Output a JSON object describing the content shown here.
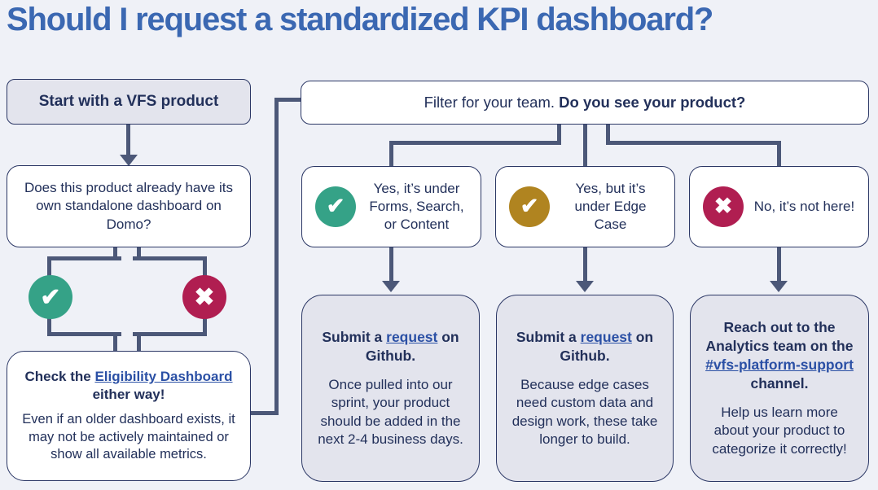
{
  "title": "Should I request a standardized KPI dashboard?",
  "palette": {
    "background": "#EFF1F7",
    "box_gray": "#E3E4ED",
    "box_white": "#FFFFFF",
    "border_navy": "#2B3765",
    "connector_line": "#4C5878",
    "text_navy": "#22305A",
    "title_blue": "#3B68B2",
    "link_blue": "#2B50A5",
    "green": "#35A287",
    "gold": "#B08420",
    "crimson": "#B01E51"
  },
  "icons": {
    "check": "✔",
    "x": "✖"
  },
  "left_flow": {
    "start_label": "Start with a VFS product",
    "question": "Does this product already have its own standalone dashboard on Domo?",
    "check_box": {
      "heading_prefix": "Check the ",
      "heading_link": "Eligibility Dashboard",
      "heading_suffix": " either way!",
      "body": "Even if an older dashboard exists, it may not be actively maintained or show all available metrics."
    }
  },
  "right_flow": {
    "filter_normal": "Filter for your team. ",
    "filter_bold": "Do you see your product?",
    "branches": [
      {
        "icon": "✔",
        "label": "Yes, it’s under Forms, Search, or Content",
        "result": {
          "head_prefix": "Submit a ",
          "head_link": "request",
          "head_suffix": " on Github.",
          "body": "Once pulled into our sprint, your product should be added in the next 2-4 business days."
        }
      },
      {
        "icon": "✔",
        "label": "Yes, but it’s under Edge Case",
        "result": {
          "head_prefix": "Submit a ",
          "head_link": "request",
          "head_suffix": " on Github.",
          "body": "Because edge cases need custom data and design work, these take longer to build."
        }
      },
      {
        "icon": "✖",
        "label": "No, it’s not here!",
        "result": {
          "head_prefix": "Reach out to the Analytics team on the ",
          "head_link": "#vfs-platform-support",
          "head_suffix": " channel.",
          "body": "Help us  learn more about your product to categorize it correctly!"
        }
      }
    ]
  }
}
